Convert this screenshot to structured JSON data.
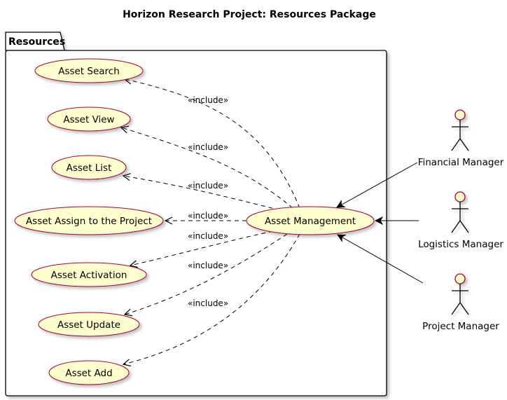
{
  "diagram": {
    "title": "Horizon Research Project: Resources Package",
    "package": {
      "label": "Resources"
    },
    "use_cases": {
      "search": "Asset Search",
      "view": "Asset View",
      "list": "Asset List",
      "assign": "Asset Assign to the Project",
      "activation": "Asset Activation",
      "update": "Asset Update",
      "add": "Asset Add",
      "management": "Asset Management"
    },
    "include_label": "«include»",
    "actors": {
      "financial": "Financial Manager",
      "logistics": "Logistics Manager",
      "project": "Project Manager"
    },
    "colors": {
      "use_case_fill": "#FEFECE",
      "use_case_border": "#A80036",
      "package_fill": "#FFFFFF"
    }
  }
}
